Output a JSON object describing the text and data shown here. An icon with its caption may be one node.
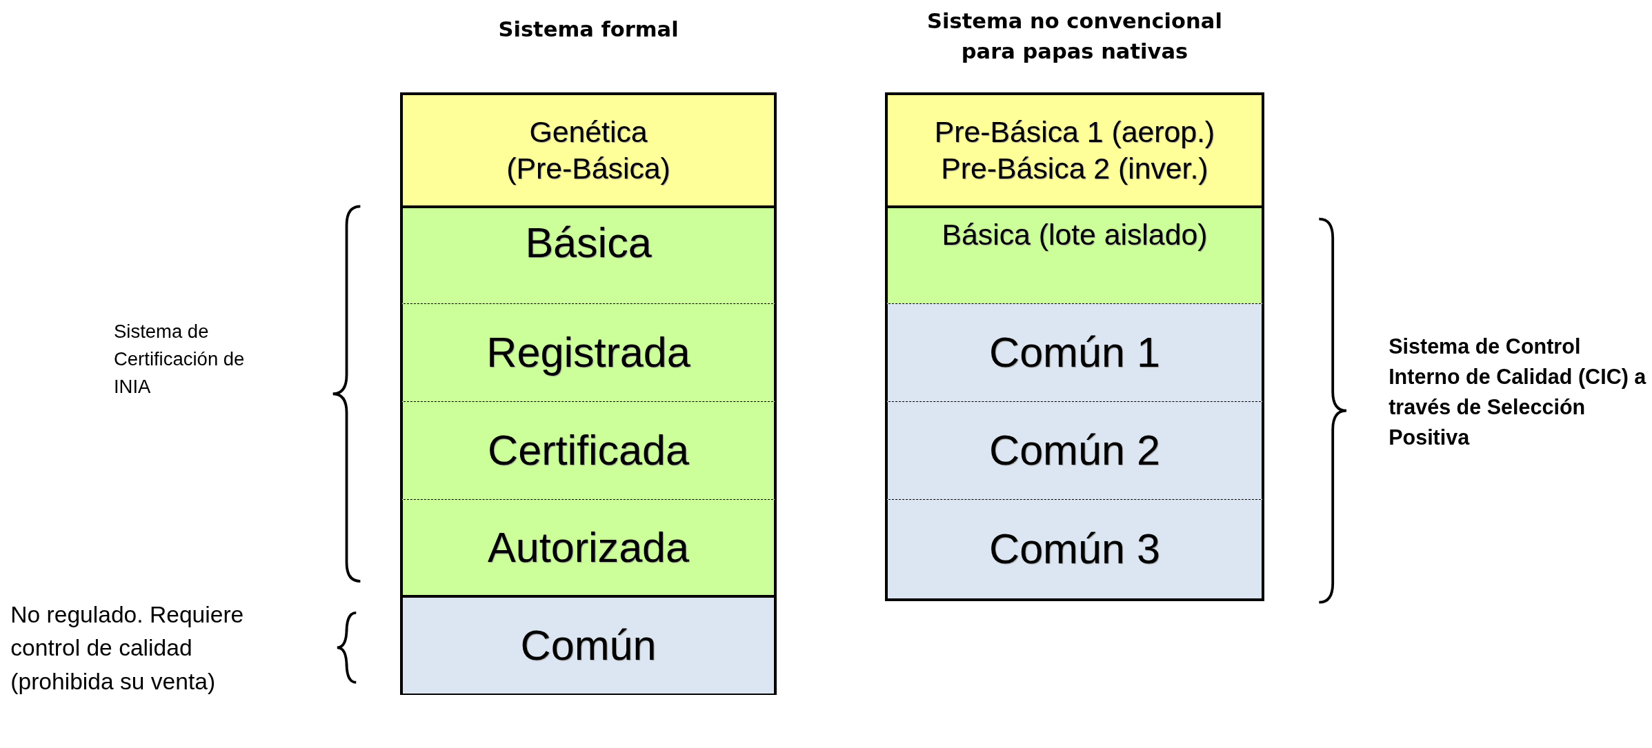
{
  "diagram": {
    "nodes": [
      {
        "text": [
          "Genética (Pre-Básica)"
        ]
      },
      {
        "text": [
          "Básica"
        ]
      },
      {
        "text": [
          "Registrada"
        ]
      },
      {
        "text": [
          "Certificada"
        ]
      },
      {
        "text": [
          "Autorizada"
        ]
      },
      {
        "text": [
          "Común"
        ]
      },
      {
        "text": [
          "Pre-Básica 1 (aerop.)",
          "Pre-Básica 2 (inver.)"
        ]
      },
      {
        "text": [
          "Básica (lote aislado)"
        ]
      },
      {
        "text": [
          "Común 1"
        ]
      },
      {
        "text": [
          "Común 2"
        ]
      },
      {
        "text": [
          "Común 3"
        ]
      }
    ],
    "edges": [],
    "labels": [
      "Sistema formal",
      "Sistema no convencional para papas nativas",
      "Sistema de Certificación de INIA",
      "No regulado. Requiere control de calidad (prohibida su venta)",
      "Sistema de Control Interno de Calidad (CIC) a través de Selección Positiva"
    ]
  }
}
